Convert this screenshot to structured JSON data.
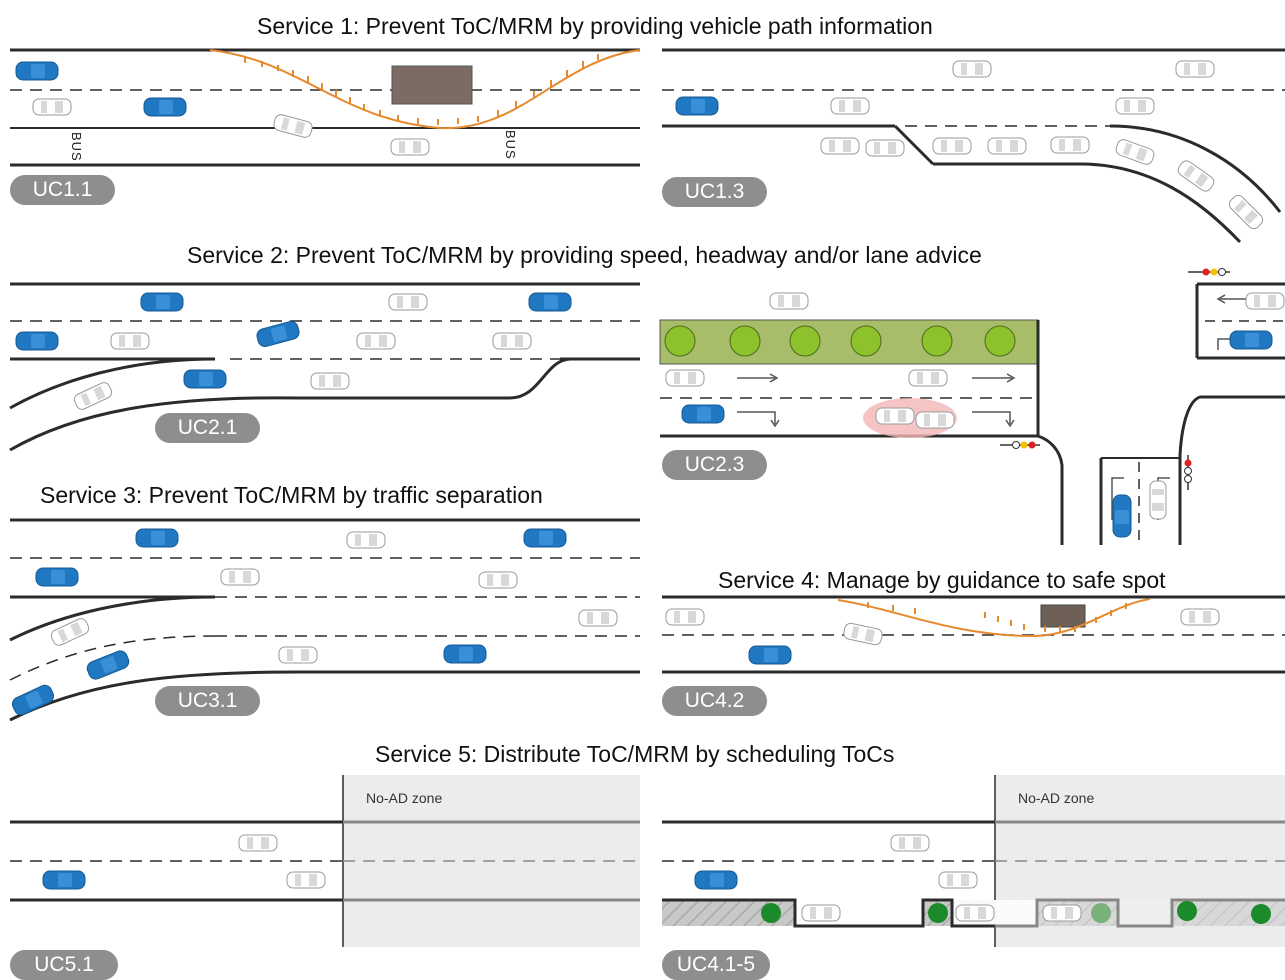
{
  "services": [
    {
      "id": "s1",
      "title": "Service 1: Prevent ToC/MRM by providing vehicle path information"
    },
    {
      "id": "s2",
      "title": "Service 2: Prevent ToC/MRM by providing speed, headway and/or lane advice"
    },
    {
      "id": "s3",
      "title": "Service 3: Prevent ToC/MRM by traffic separation"
    },
    {
      "id": "s4",
      "title": "Service 4: Manage by guidance to safe spot"
    },
    {
      "id": "s5",
      "title": "Service 5: Distribute ToC/MRM by scheduling ToCs"
    }
  ],
  "use_cases": [
    {
      "id": "uc11",
      "label": "UC1.1"
    },
    {
      "id": "uc13",
      "label": "UC1.3"
    },
    {
      "id": "uc21",
      "label": "UC2.1"
    },
    {
      "id": "uc23",
      "label": "UC2.3"
    },
    {
      "id": "uc31",
      "label": "UC3.1"
    },
    {
      "id": "uc42",
      "label": "UC4.2"
    },
    {
      "id": "uc51",
      "label": "UC5.1"
    },
    {
      "id": "uc415",
      "label": "UC4.1-5"
    }
  ],
  "zone_label": "No-AD zone",
  "bus_label": "BUS",
  "colors": {
    "automated_vehicle": "#1f78c1",
    "manual_vehicle": "#ffffff",
    "obstacle": "#7b6b62",
    "path": "#e58a2e",
    "grass": "#a7bd6a",
    "tree": "#8dc22d",
    "bush": "#1a8a2a",
    "badge": "#8e8e8e",
    "no_ad_zone": "#ececec"
  }
}
